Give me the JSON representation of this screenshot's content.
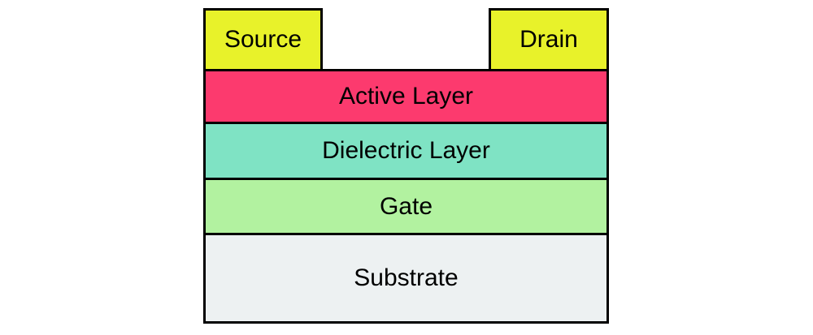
{
  "diagram": {
    "electrodes": {
      "source": {
        "label": "Source",
        "color": "#E8F22A"
      },
      "drain": {
        "label": "Drain",
        "color": "#E8F22A"
      }
    },
    "layers": [
      {
        "label": "Active Layer",
        "color": "#FC3A6E"
      },
      {
        "label": "Dielectric Layer",
        "color": "#7FE3C4"
      },
      {
        "label": "Gate",
        "color": "#B2F2A0"
      },
      {
        "label": "Substrate",
        "color": "#EDF1F2"
      }
    ],
    "style": {
      "border_color": "#000000",
      "text_color": "#000000",
      "page_background": "#FFFFFF"
    }
  }
}
